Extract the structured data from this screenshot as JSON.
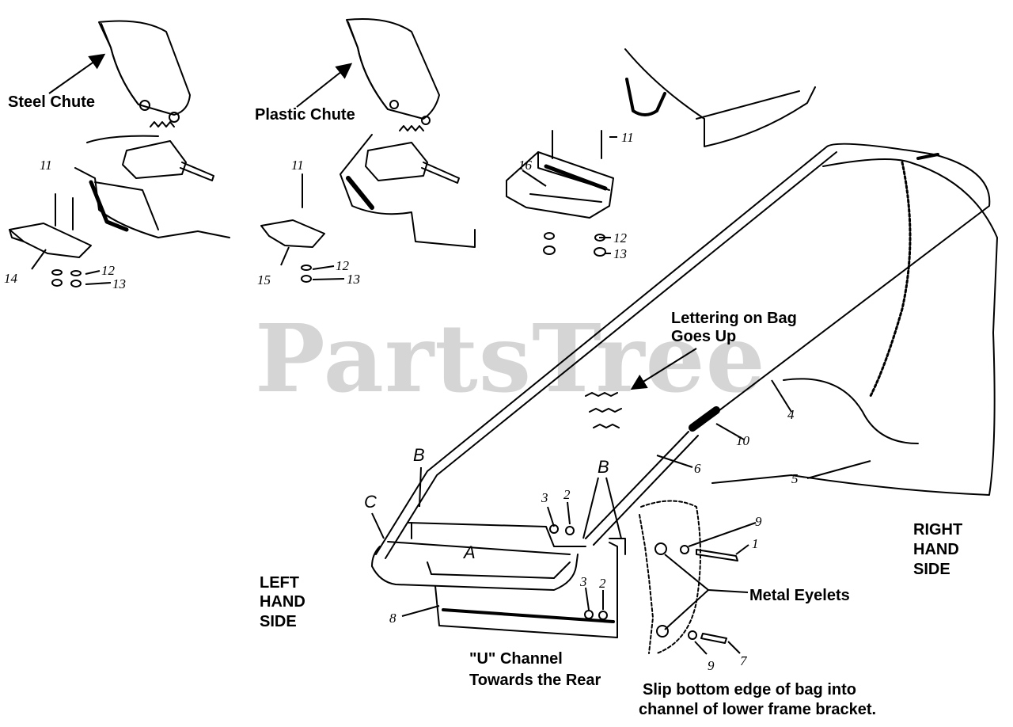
{
  "watermark": "PartsTree",
  "labels": {
    "steel_chute": "Steel Chute",
    "plastic_chute": "Plastic Chute",
    "lettering_1": "Lettering on Bag",
    "lettering_2": "Goes Up",
    "left_1": "LEFT",
    "left_2": "HAND",
    "left_3": "SIDE",
    "right_1": "RIGHT",
    "right_2": "HAND",
    "right_3": "SIDE",
    "metal_eyelets": "Metal Eyelets",
    "u_channel_1": "\"U\" Channel",
    "u_channel_2": "Towards the Rear",
    "slip_1": "Slip bottom edge of bag into",
    "slip_2": "channel of lower frame bracket."
  },
  "letters": {
    "a": "A",
    "b1": "B",
    "b2": "B",
    "c": "C"
  },
  "callouts": {
    "n11a": "11",
    "n14": "14",
    "n12a": "12",
    "n13a": "13",
    "n11b": "11",
    "n15": "15",
    "n12b": "12",
    "n13b": "13",
    "n16": "16",
    "n11c": "11",
    "n12c": "12",
    "n13c": "13",
    "n4": "4",
    "n10": "10",
    "n6": "6",
    "n5": "5",
    "n3a": "3",
    "n2a": "2",
    "n3b": "3",
    "n2b": "2",
    "n9a": "9",
    "n1": "1",
    "n9b": "9",
    "n7": "7",
    "n8": "8"
  }
}
